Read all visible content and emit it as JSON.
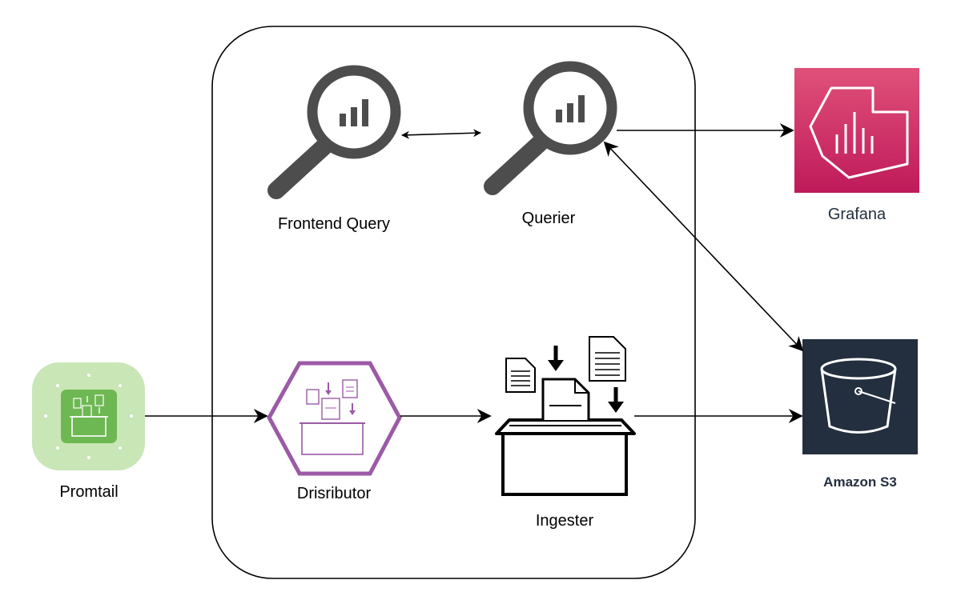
{
  "labels": {
    "frontend_query": "Frontend Query",
    "querier": "Querier",
    "grafana": "Grafana",
    "promtail": "Promtail",
    "distributor": "Drisributor",
    "ingester": "Ingester",
    "amazon_s3": "Amazon S3"
  },
  "colors": {
    "magnifier": "#4d4d4d",
    "grafana_top": "#e0517a",
    "grafana_bottom": "#bf1a5a",
    "promtail_bg": "#c9e6b6",
    "promtail_inner": "#6db852",
    "distributor": "#9b5aa6",
    "s3_bg": "#232F3E",
    "line": "#000000"
  },
  "icons": {
    "frontend_query": "magnifier-chart-icon",
    "querier": "magnifier-chart-icon",
    "grafana": "grafana-icon",
    "promtail": "promtail-icon",
    "distributor": "distributor-hexagon-icon",
    "ingester": "ingester-box-icon",
    "amazon_s3": "s3-bucket-icon"
  }
}
